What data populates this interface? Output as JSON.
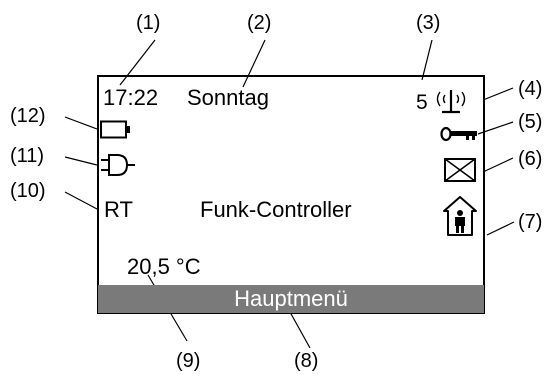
{
  "callouts": [
    "(1)",
    "(2)",
    "(3)",
    "(4)",
    "(5)",
    "(6)",
    "(7)",
    "(8)",
    "(9)",
    "(10)",
    "(11)",
    "(12)"
  ],
  "display": {
    "time": "17:22",
    "day": "Sonntag",
    "signal_value": "5",
    "mode": "RT",
    "device": "Funk-Controller",
    "temperature": "20,5 °C",
    "menu": "Hauptmenü"
  },
  "icons": [
    "battery-icon",
    "plug-icon",
    "radio-signal-icon",
    "key-icon",
    "envelope-icon",
    "house-person-icon"
  ],
  "colors": {
    "menu_bar": "#7a7a7a",
    "menu_text": "#ffffff",
    "frame": "#000000"
  }
}
